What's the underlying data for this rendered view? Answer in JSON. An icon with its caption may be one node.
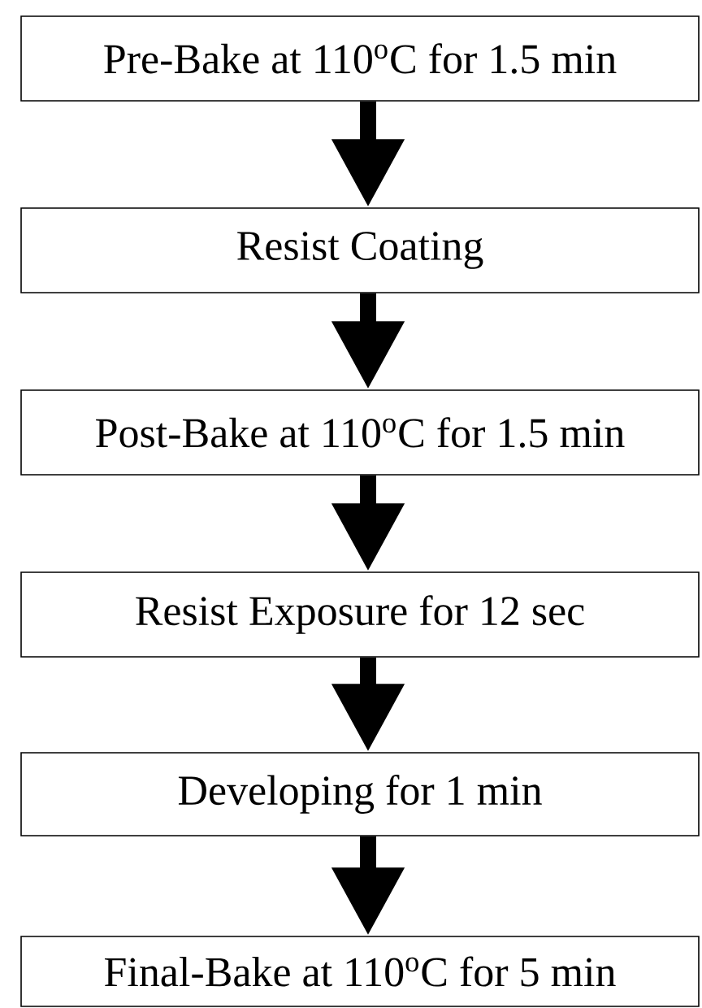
{
  "diagram": {
    "nodes": [
      {
        "text": [
          "Pre-Bake at 110$^{o}$C for 1.5 min"
        ]
      },
      {
        "text": [
          "Resist Coating"
        ]
      },
      {
        "text": [
          "Post-Bake at 110$^{o}$C for 1.5 min"
        ]
      },
      {
        "text": [
          "Resist Exposure for 12 sec"
        ]
      },
      {
        "text": [
          "Developing for 1 min"
        ]
      },
      {
        "text": [
          "Final-Bake at 110$^{o}$C for 5 min"
        ]
      }
    ],
    "edges": [
      {
        "from": 0,
        "to": 1,
        "arrow": "to"
      },
      {
        "from": 1,
        "to": 2,
        "arrow": "to"
      },
      {
        "from": 2,
        "to": 3,
        "arrow": "to"
      },
      {
        "from": 3,
        "to": 4,
        "arrow": "to"
      },
      {
        "from": 4,
        "to": 5,
        "arrow": "to"
      }
    ]
  }
}
